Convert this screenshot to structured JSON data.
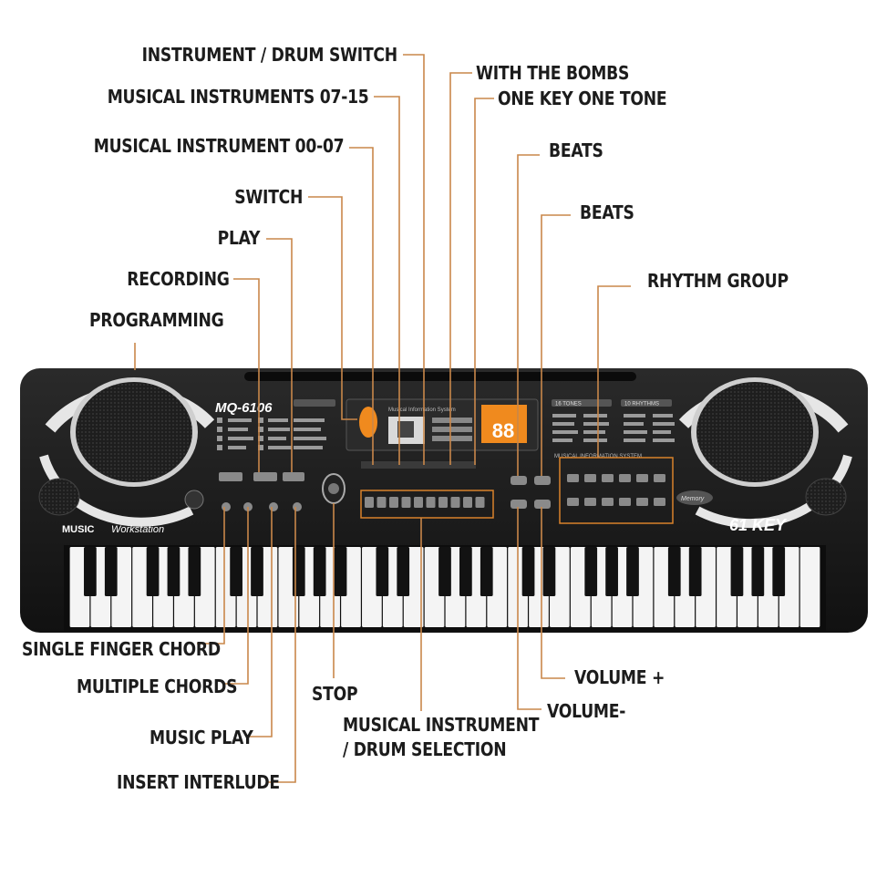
{
  "keyboard": {
    "model": "MQ-6106",
    "brand_line_1": "MUSIC",
    "brand_line_2": "Workstation",
    "key_count_label": "61 KEY",
    "lcd_display": "88",
    "panel_info_title": "Musical Information System",
    "tone_header": "16 TONES",
    "rhythm_header": "10 RHYTHMS",
    "system_label": "MUSICAL INFORMATION SYSTEM",
    "memory_badge": "Memory",
    "white_key_count": 36,
    "black_key_count": 25
  },
  "callouts": [
    {
      "id": "instrument-drum-switch",
      "text": "INSTRUMENT / DRUM SWITCH"
    },
    {
      "id": "musical-instruments-07-15",
      "text": "MUSICAL INSTRUMENTS 07-15"
    },
    {
      "id": "musical-instrument-00-07",
      "text": "MUSICAL INSTRUMENT 00-07"
    },
    {
      "id": "switch",
      "text": "SWITCH"
    },
    {
      "id": "play",
      "text": "PLAY"
    },
    {
      "id": "recording",
      "text": "RECORDING"
    },
    {
      "id": "programming",
      "text": "PROGRAMMING"
    },
    {
      "id": "with-the-bombs",
      "text": "WITH THE BOMBS"
    },
    {
      "id": "one-key-one-tone",
      "text": "ONE KEY ONE TONE"
    },
    {
      "id": "beats-1",
      "text": "BEATS"
    },
    {
      "id": "beats-2",
      "text": "BEATS"
    },
    {
      "id": "rhythm-group",
      "text": "RHYTHM GROUP"
    },
    {
      "id": "single-finger-chord",
      "text": "SINGLE FINGER CHORD"
    },
    {
      "id": "multiple-chords",
      "text": "MULTIPLE CHORDS"
    },
    {
      "id": "music-play",
      "text": "MUSIC PLAY"
    },
    {
      "id": "insert-interlude",
      "text": "INSERT INTERLUDE"
    },
    {
      "id": "stop",
      "text": "STOP"
    },
    {
      "id": "musical-instrument-drum-selection",
      "text": "MUSICAL INSTRUMENT\n/ DRUM SELECTION"
    },
    {
      "id": "volume-plus",
      "text": "VOLUME +"
    },
    {
      "id": "volume-minus",
      "text": "VOLUME-"
    }
  ],
  "colors": {
    "leader_line": "#c9874a",
    "callout_text": "#1c1c1c",
    "keyboard_body": "#1a1a1a",
    "display_orange": "#f08a1e",
    "highlight_box": "#d9822b"
  }
}
